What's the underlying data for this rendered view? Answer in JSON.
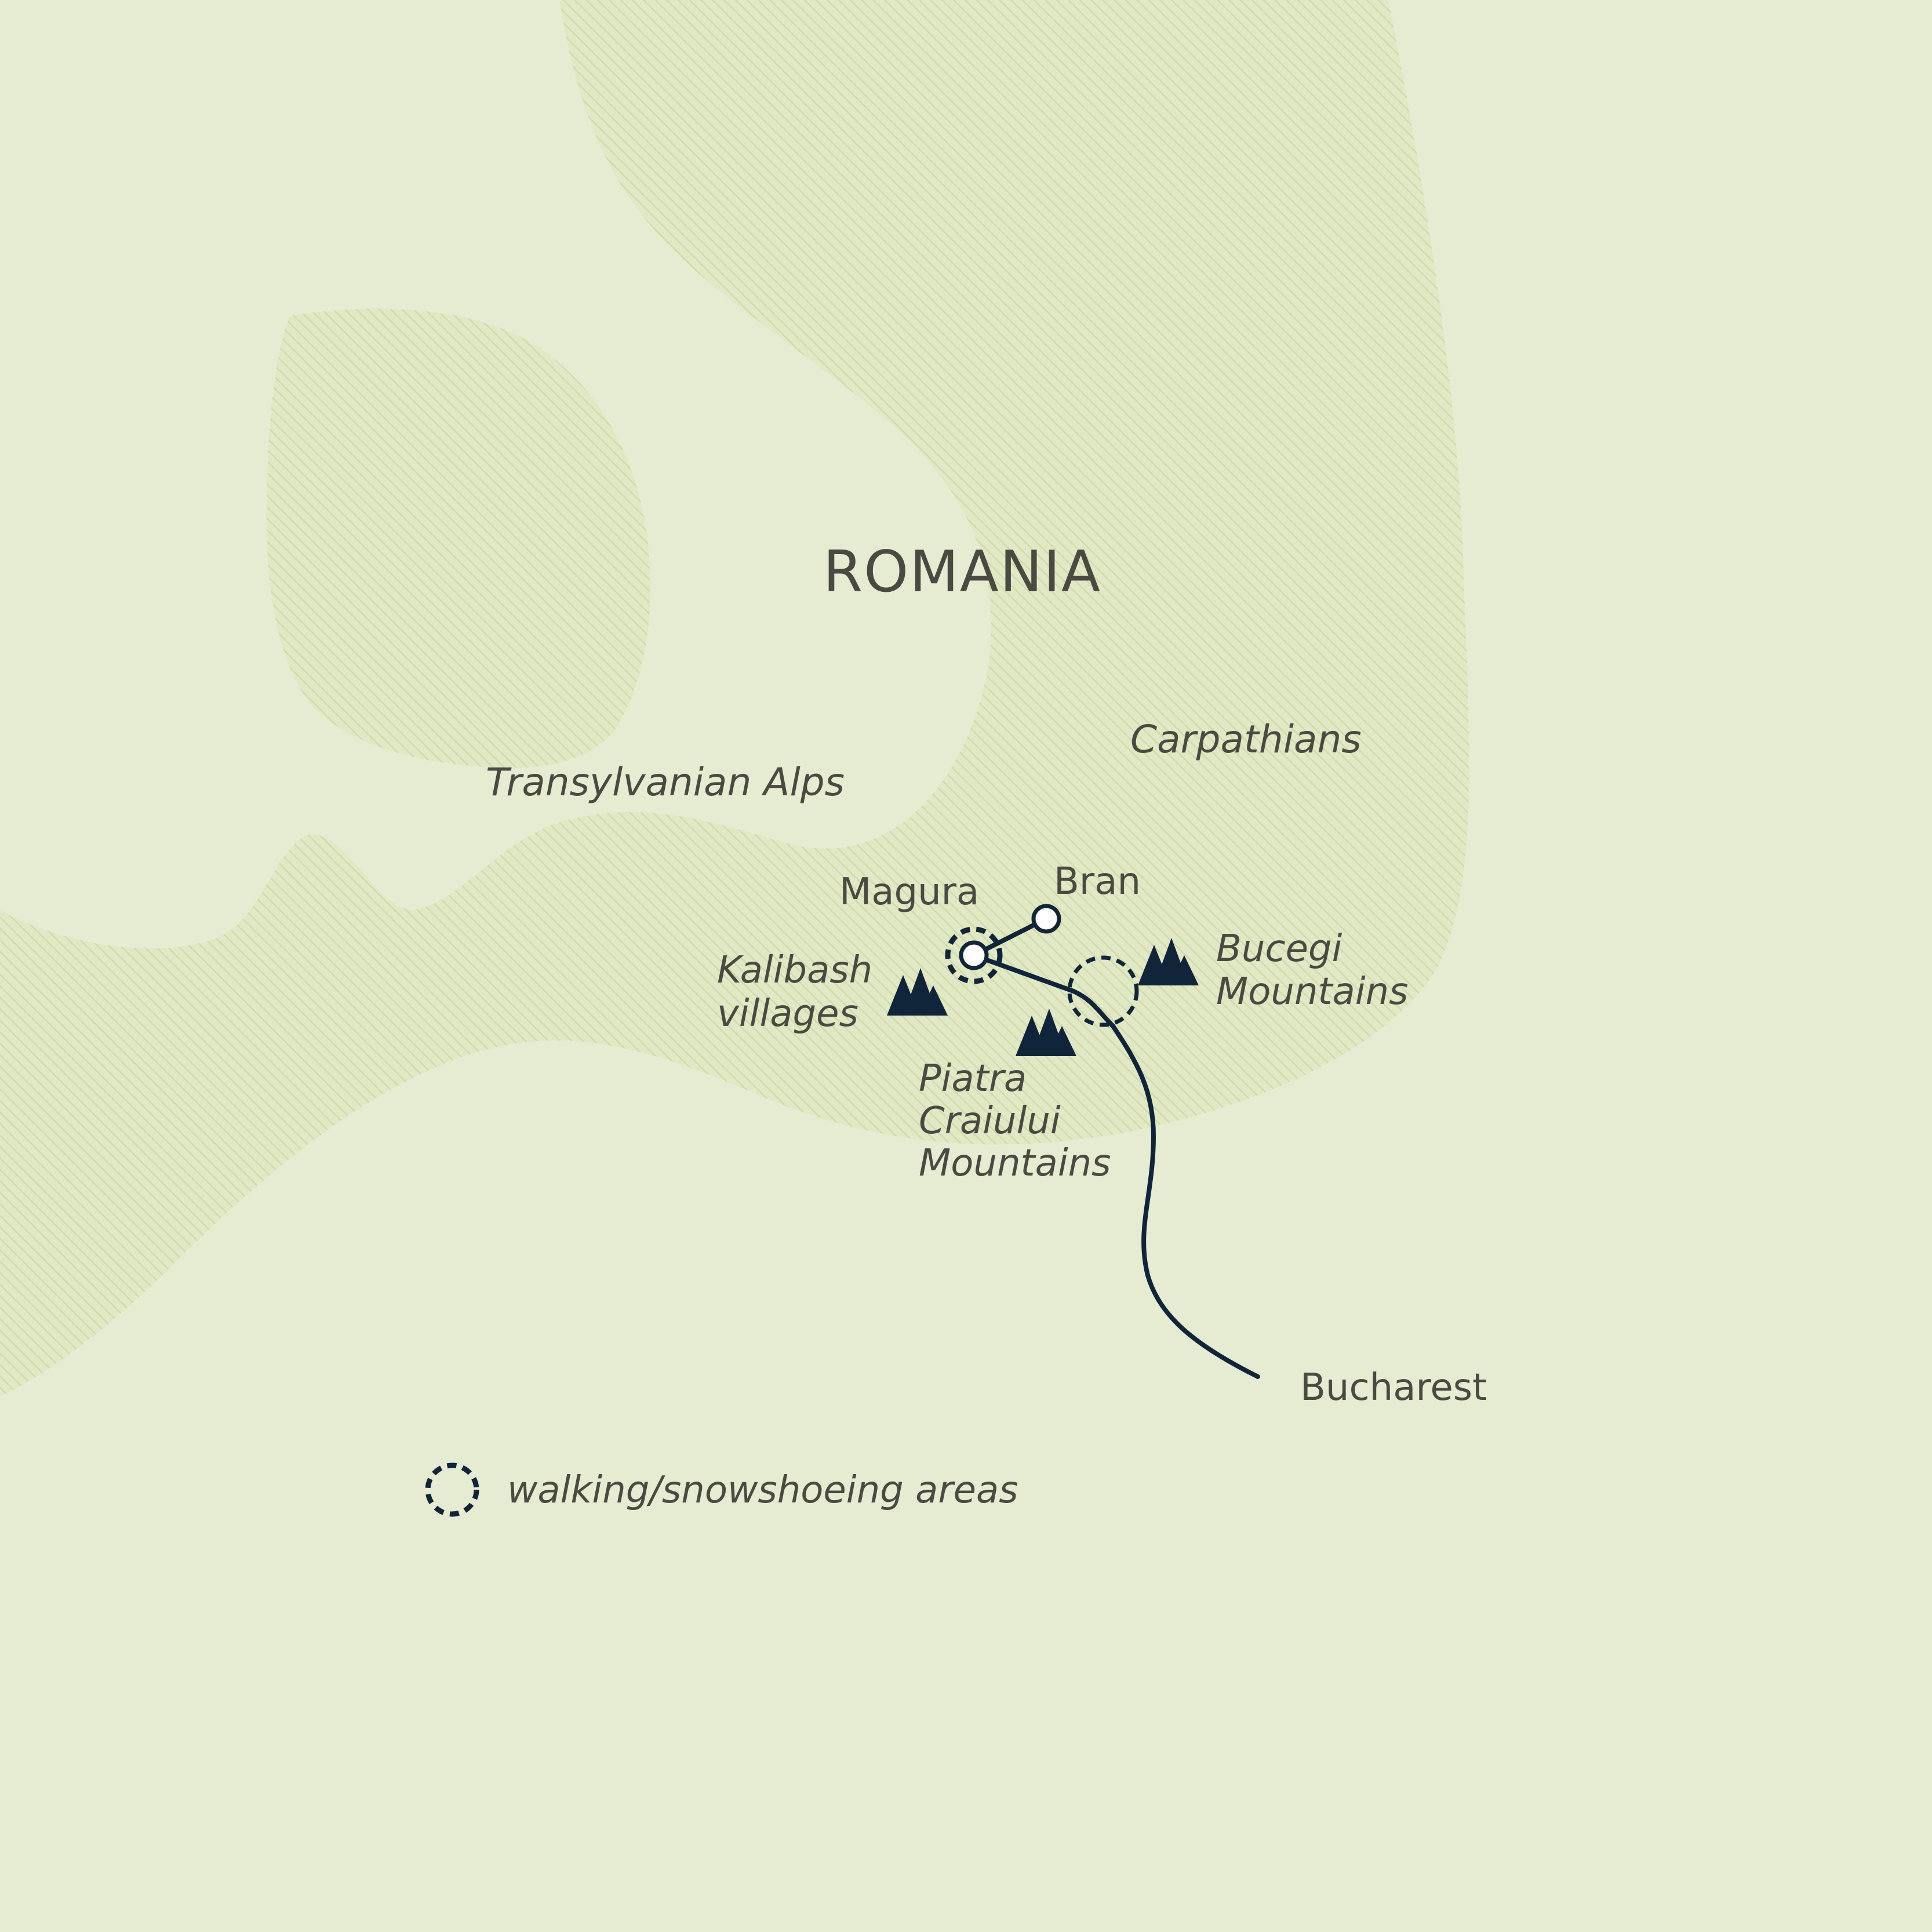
{
  "country": {
    "name": "ROMANIA"
  },
  "regions": {
    "carpathians": "Carpathians",
    "transylvanian_alps": "Transylvanian Alps"
  },
  "places": {
    "magura": "Magura",
    "bran": "Bran",
    "bucharest": "Bucharest"
  },
  "mountains": {
    "kalibash_line1": "Kalibash",
    "kalibash_line2": "villages",
    "bucegi_line1": "Bucegi",
    "bucegi_line2": "Mountains",
    "piatra_line1": "Piatra",
    "piatra_line2": "Craiului",
    "piatra_line3": "Mountains"
  },
  "legend": {
    "walking_label": "walking/snowshoeing areas"
  },
  "colors": {
    "background": "#e6ecd2",
    "mountain_hatch": "#d4e0b0",
    "route": "#10243a",
    "marker_fill": "#ffffff",
    "label_text": "#4a4a42"
  },
  "icons": {
    "mountain": "mountain-peaks-icon",
    "town": "town-circle-icon",
    "walking_area": "dashed-circle-icon"
  }
}
